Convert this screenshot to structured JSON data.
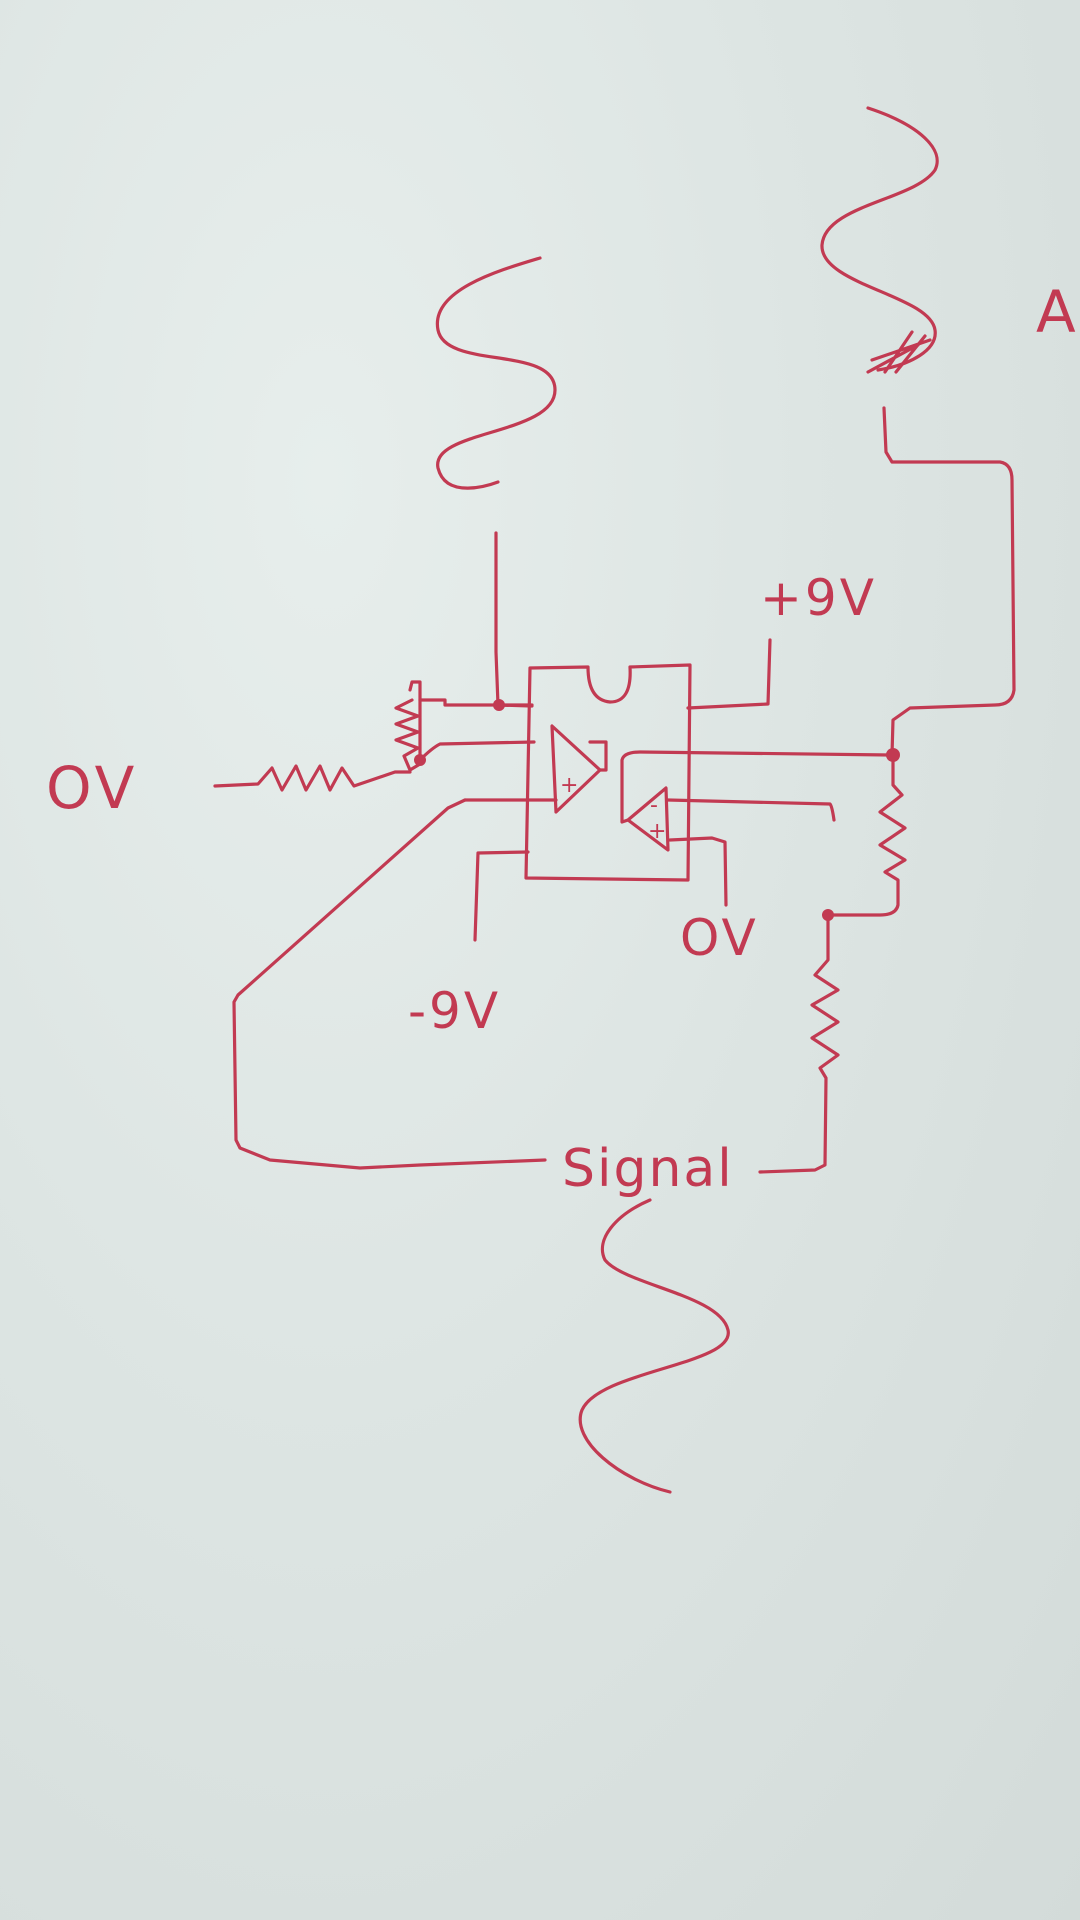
{
  "labels": {
    "ov_left": "OV",
    "ov_bottom": "OV",
    "plus_9v": "+9V",
    "minus_9v": "-9V",
    "signal": "Signal",
    "a_edge": "A",
    "opamp_plus": "+",
    "opamp_minus": "-"
  },
  "colors": {
    "ink": "#c23a52",
    "paper": "#dde4e2"
  }
}
